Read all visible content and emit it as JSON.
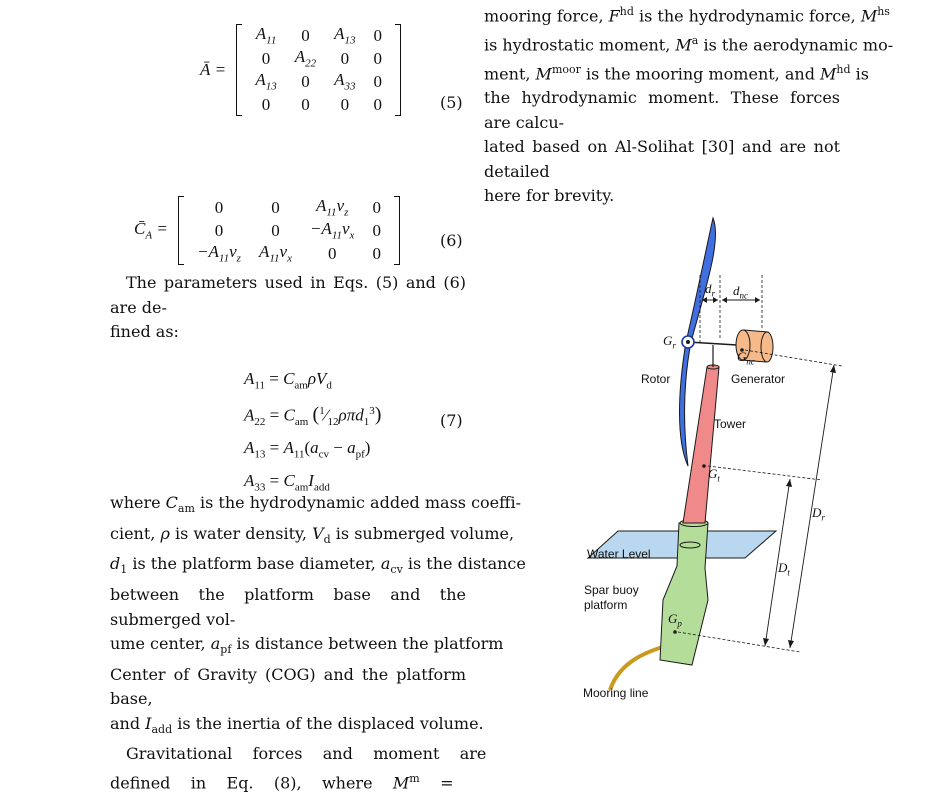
{
  "right_top": {
    "line1_pre": "mooring force, ",
    "line1_mid": " is the hydrodynamic force, ",
    "line2_pre": "is hydrostatic moment, ",
    "line2_mid": " is the aerodynamic mo-",
    "line3_pre": "ment, ",
    "line3_mid": " is the mooring moment, and ",
    "line3_post": " is",
    "line4": "the hydrodynamic moment. These forces are calcu-",
    "line5": "lated based on Al-Solihat [30] and are not detailed",
    "line6": "here for brevity."
  },
  "equations": {
    "eq5_number": "(5)",
    "eq6_number": "(6)",
    "eq7_number": "(7)"
  },
  "params_text": {
    "line1": "The parameters used in Eqs. (5) and (6) are de-",
    "line2": "fined as:"
  },
  "where_text": {
    "l1": "where C",
    "l1b": " is the hydrodynamic added mass coeffi-",
    "l2": "cient, ρ is water density, V",
    "l2b": " is submerged volume,",
    "l3b": " is the platform base diameter, a",
    "l3c": " is the distance",
    "l4": "between the platform base and the submerged vol-",
    "l5": "ume center, a",
    "l5b": " is distance between the platform",
    "l6": "Center of Gravity (COG) and the platform base,",
    "l7": "and I",
    "l7b": " is the inertia of the displaced volume.",
    "l8": "Gravitational    forces    and    moment    are",
    "l9": "defined    in    Eq.    (8),    where    M",
    "l9b": "    ="
  },
  "figure": {
    "rotor": "Rotor",
    "generator": "Generator",
    "tower": "Tower",
    "water_level": "Water Level",
    "platform_l1": "Spar buoy",
    "platform_l2": "platform",
    "mooring": "Mooring line",
    "colors": {
      "rotor_blue": "#3f6fe0",
      "tower_red": "#f08a8a",
      "generator_orange": "#f5b98a",
      "platform_green": "#b5dd9a",
      "water_blue": "#b9d8f0",
      "mooring_gold": "#c99a1c"
    }
  }
}
